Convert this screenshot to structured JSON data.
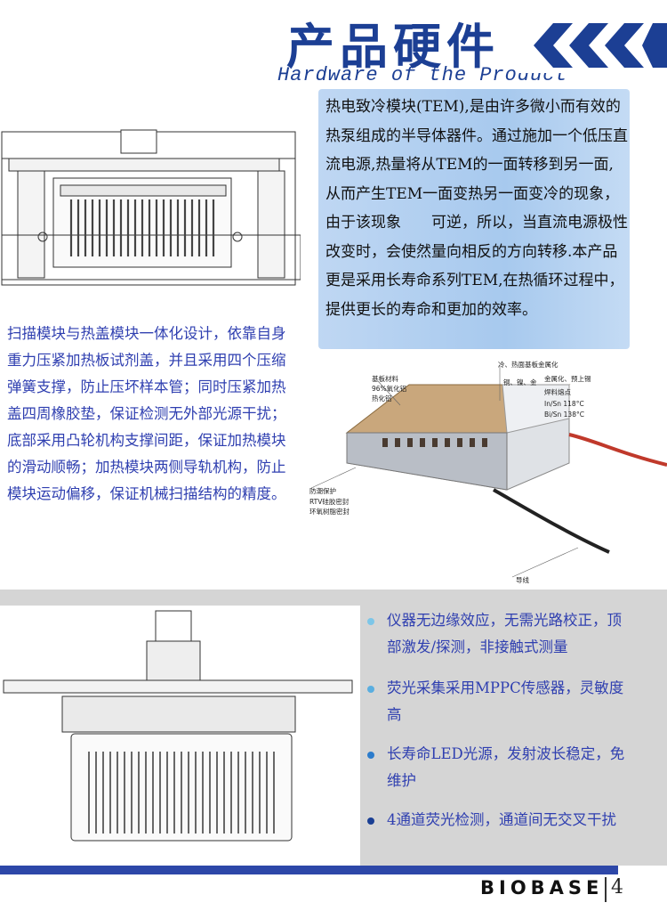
{
  "header": {
    "title_cn": "产品硬件",
    "title_en": "Hardware of the Product"
  },
  "tem_text": "热电致冷模块(TEM),是由许多微小而有效的热泵组成的半导体器件。通过施加一个低压直流电源,热量将从TEM的一面转移到另一面,从而产生TEM一面变热另一面变冷的现象，由于该现象　　可逆，所以，当直流电源极性改变时，会使然量向相反的方向转移.本产品更是采用长寿命系列TEM,在热循环过程中，提供更长的寿命和更加的效率。",
  "scan_text": "扫描模块与热盖模块一体化设计，依靠自身重力压紧加热板试剂盖，并且采用四个压缩弹簧支撑，防止压坏样本管；同时压紧加热盖四周橡胶垫，保证检测无外部光源干扰；底部采用凸轮机构支撑间距，保证加热模块的滑动顺畅；加热模块两侧导轨机构，防止模块运动偏移，保证机械扫描结构的精度。",
  "tem_labels": {
    "substrate": [
      "基板材料",
      "96%氧化铝",
      "热化铝"
    ],
    "metal": [
      "冷、热面基板金属化",
      "铜、镍、金"
    ],
    "plating": [
      "金属化、预上锡",
      "焊料熔点",
      "In/Sn 118°C",
      "Bi/Sn 138°C"
    ],
    "moisture": [
      "防潮保护",
      "RTV硅胶密封",
      "环氧树脂密封"
    ],
    "wire": "导线"
  },
  "features": [
    {
      "text": "仪器无边缘效应，无需光路校正，顶部激发/探测，非接触式测量",
      "dot_color": "#7dc6e8"
    },
    {
      "text": "荧光采集采用MPPC传感器，灵敏度高",
      "dot_color": "#5aaee0"
    },
    {
      "text": "长寿命LED光源，发射波长稳定，免维护",
      "dot_color": "#2c7ccc"
    },
    {
      "text": "4通道荧光检测，通道间无交叉干扰",
      "dot_color": "#1a3f94"
    }
  ],
  "footer": {
    "brand": "BIOBASE",
    "page": "4"
  },
  "colors": {
    "accent": "#1c3f94",
    "body_blue": "#2f3fb0",
    "bar": "#2d47a8",
    "band": "#d5d5d5"
  }
}
